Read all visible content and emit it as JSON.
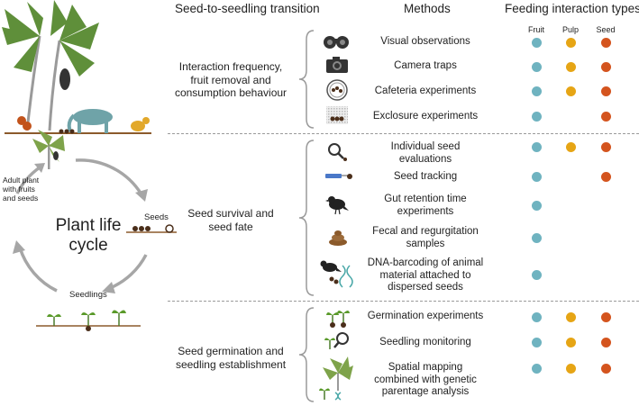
{
  "headers": {
    "transition": "Seed-to-seedling transition",
    "methods": "Methods",
    "feeding": "Feeding interaction types"
  },
  "feeding_columns": [
    "Fruit",
    "Pulp",
    "Seed"
  ],
  "colors": {
    "fruit": "#6fb3c0",
    "pulp": "#e6a515",
    "seed": "#d4541e",
    "cycle_arrow": "#a6a6a6",
    "ground": "#8b5a2b",
    "plant_green": "#6b8e23",
    "brace": "#9a9a9a",
    "divider": "#9a9a9a"
  },
  "life_cycle": {
    "title_line1": "Plant life",
    "title_line2": "cycle",
    "adult_l1": "Adult plant",
    "adult_l2": "with fruits",
    "adult_l3": "and seeds",
    "seeds": "Seeds",
    "seedlings": "Seedlings"
  },
  "sections": [
    {
      "l1": "Interaction frequency,",
      "l2": "fruit removal and",
      "l3": "consumption behaviour",
      "methods": [
        {
          "l1": "Visual observations",
          "icon": "binoculars-icon",
          "fruit": true,
          "pulp": true,
          "seed": true
        },
        {
          "l1": "Camera traps",
          "icon": "camera-icon",
          "fruit": true,
          "pulp": true,
          "seed": true
        },
        {
          "l1": "Cafeteria experiments",
          "icon": "petri-dish-icon",
          "fruit": true,
          "pulp": true,
          "seed": true
        },
        {
          "l1": "Exclosure experiments",
          "icon": "mesh-exclosure-icon",
          "fruit": true,
          "pulp": false,
          "seed": true
        }
      ]
    },
    {
      "l1": "Seed survival and",
      "l2": "seed fate",
      "methods": [
        {
          "l1": "Individual seed",
          "l2": "evaluations",
          "icon": "magnifier-icon",
          "fruit": true,
          "pulp": true,
          "seed": true
        },
        {
          "l1": "Seed tracking",
          "icon": "seed-tag-icon",
          "fruit": true,
          "pulp": false,
          "seed": true
        },
        {
          "l1": "Gut retention time",
          "l2": "experiments",
          "icon": "bird-icon",
          "fruit": true,
          "pulp": false,
          "seed": false
        },
        {
          "l1": "Fecal and regurgitation",
          "l2": "samples",
          "icon": "feces-icon",
          "fruit": true,
          "pulp": false,
          "seed": false
        },
        {
          "l1": "DNA-barcoding of animal",
          "l2": "material attached to",
          "l3": "dispersed seeds",
          "icon": "dna-bird-icon",
          "fruit": true,
          "pulp": false,
          "seed": false
        }
      ]
    },
    {
      "l1": "Seed germination and",
      "l2": "seedling establishment",
      "methods": [
        {
          "l1": "Germination experiments",
          "icon": "sprouting-seeds-icon",
          "fruit": true,
          "pulp": true,
          "seed": true
        },
        {
          "l1": "Seedling monitoring",
          "icon": "seedling-magnifier-icon",
          "fruit": true,
          "pulp": true,
          "seed": true
        },
        {
          "l1": "Spatial mapping",
          "l2": "combined with genetic",
          "l3": "parentage analysis",
          "icon": "tree-dna-icon",
          "fruit": true,
          "pulp": true,
          "seed": true
        }
      ]
    }
  ]
}
